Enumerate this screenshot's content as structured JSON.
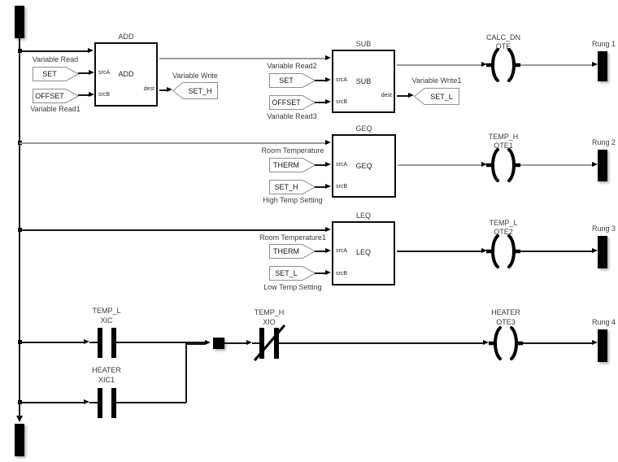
{
  "palette": {
    "background": "#ffffff",
    "wire_black": "#161616",
    "wire_gray": "#9b9b9b",
    "block_border": "#0a0a0a",
    "tag_border": "#8f8f8f",
    "text": "#3c3c3c"
  },
  "rung1": {
    "label": "Rung 1",
    "add": {
      "title": "ADD",
      "center": "ADD",
      "srcA": "srcA",
      "srcB": "srcB",
      "dest": "dest"
    },
    "sub": {
      "title": "SUB",
      "center": "SUB",
      "srcA": "srcA",
      "srcB": "srcB",
      "dest": "dest"
    },
    "set_read": {
      "ann": "Variable Read",
      "value": "SET"
    },
    "offset_read": {
      "ann": "Variable Read1",
      "value": "OFFSET"
    },
    "seth_write": {
      "ann": "Variable Write",
      "value": "SET_H"
    },
    "set_read2": {
      "ann": "Variable Read2",
      "value": "SET"
    },
    "offset_read3": {
      "ann": "Variable Read3",
      "value": "OFFSET"
    },
    "setl_write": {
      "ann": "Variable Write1",
      "value": "SET_L"
    },
    "coil": {
      "tag": "CALC_DN",
      "type": "OTE"
    }
  },
  "rung2": {
    "label": "Rung 2",
    "geq": {
      "title": "GEQ",
      "center": "GEQ",
      "srcA": "srcA",
      "srcB": "srcB"
    },
    "therm_read": {
      "ann": "Room Temperature",
      "value": "THERM"
    },
    "seth_read": {
      "ann": "High Temp Setting",
      "value": "SET_H"
    },
    "coil": {
      "tag": "TEMP_H",
      "type": "OTE1"
    }
  },
  "rung3": {
    "label": "Rung 3",
    "leq": {
      "title": "LEQ",
      "center": "LEQ",
      "srcA": "srcA",
      "srcB": "srcB"
    },
    "therm_read": {
      "ann": "Room Temperature1",
      "value": "THERM"
    },
    "setl_read": {
      "ann": "Low Temp Setting",
      "value": "SET_L"
    },
    "coil": {
      "tag": "TEMP_L",
      "type": "OTE2"
    }
  },
  "rung4": {
    "label": "Rung 4",
    "xic": {
      "tag": "TEMP_L",
      "type": "XIC"
    },
    "xic1": {
      "tag": "HEATER",
      "type": "XIC1"
    },
    "xio": {
      "tag": "TEMP_H",
      "type": "XIO"
    },
    "coil": {
      "tag": "HEATER",
      "type": "OTE3"
    }
  }
}
